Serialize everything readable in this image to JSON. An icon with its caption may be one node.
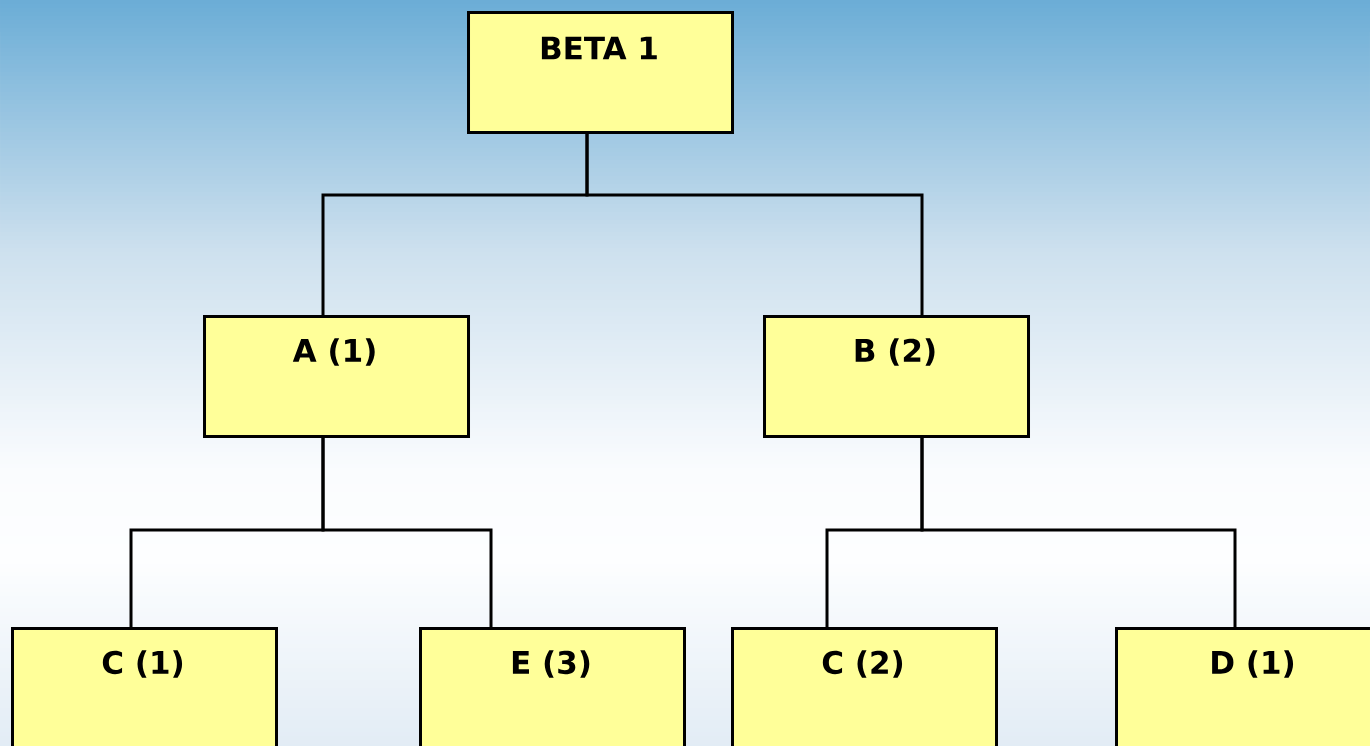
{
  "diagram": {
    "nodes": [
      {
        "text": [
          "BETA 1"
        ]
      },
      {
        "text": [
          "A (1)"
        ]
      },
      {
        "text": [
          "B (2)"
        ]
      },
      {
        "text": [
          "C (1)"
        ]
      },
      {
        "text": [
          "E (3)"
        ]
      },
      {
        "text": [
          "C (2)"
        ]
      },
      {
        "text": [
          "D (1)"
        ]
      }
    ],
    "edges": [
      {
        "from": 0,
        "to": 1,
        "arrow": "none"
      },
      {
        "from": 0,
        "to": 2,
        "arrow": "none"
      },
      {
        "from": 1,
        "to": 3,
        "arrow": "none"
      },
      {
        "from": 1,
        "to": 4,
        "arrow": "none"
      },
      {
        "from": 2,
        "to": 5,
        "arrow": "none"
      },
      {
        "from": 2,
        "to": 6,
        "arrow": "none"
      }
    ]
  }
}
